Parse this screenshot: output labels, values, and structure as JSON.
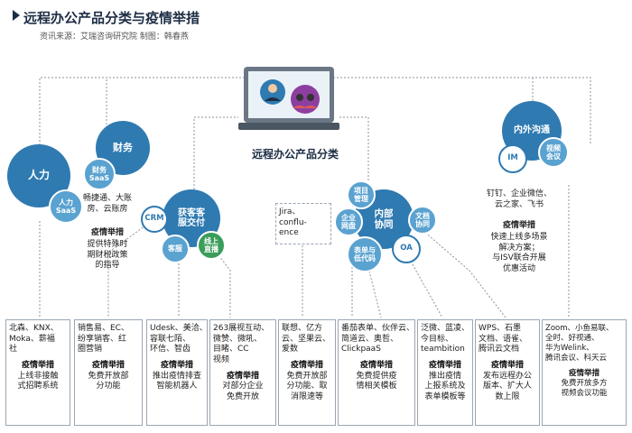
{
  "header": {
    "title": "远程办公产品分类与疫情举措",
    "source": "资讯来源：艾瑞咨询研究院    制图：韩春燕"
  },
  "center": {
    "label": "远程办公产品分类"
  },
  "categories": {
    "hr": {
      "name": "人力",
      "sub": "人力\nSaaS"
    },
    "finance": {
      "name": "财务",
      "sub": "财务\nSaaS",
      "products": "畅捷通、大账\n房、云账房",
      "measure_label": "疫情举措",
      "measure": "提供特殊时\n期财税政策\n的指导"
    },
    "customer": {
      "name": "获客客\n服交付",
      "crm": "CRM",
      "service": "客服",
      "live": "线上\n直播"
    },
    "collab": {
      "name": "内部\n协同",
      "pm": "项目\n管理",
      "netdisk": "企业\n网盘",
      "doc": "文档\n协同",
      "form": "表单与\n低代码",
      "oa": "OA"
    },
    "external": {
      "name": "内外沟通",
      "im": "IM",
      "video": "视频\n会议",
      "products": "钉钉、企业微信、\n云之家、飞书",
      "measure_label": "疫情举措",
      "measure": "快速上线多场景\n解决方案；\n与ISV联合开展\n优惠活动"
    },
    "jira": {
      "products": "Jira、\nconflu-\nence"
    }
  },
  "boxes": [
    {
      "products": "北森、KNX、\nMoka、薪福\n社",
      "measure_label": "疫情举措",
      "measure": "上线非接触\n式招聘系统"
    },
    {
      "products": "销售易、EC、\n纷享销客、红\n圈营销",
      "measure_label": "疫情举措",
      "measure": "免费开放部\n分功能"
    },
    {
      "products": "Udesk、美洽、\n容联七陌、\n环信、智齿",
      "measure_label": "疫情举措",
      "measure": "推出疫情排查\n智能机器人"
    },
    {
      "products": "263展视互动、\n微赞、微吼、\n目睹、CC\n视频",
      "measure_label": "疫情举措",
      "measure": "对部分企业\n免费开放"
    },
    {
      "products": "联想、亿方\n云、坚果云、\n爱数",
      "measure_label": "疫情举措",
      "measure": "免费开放部\n分功能、取\n消限速等"
    },
    {
      "products": "番茄表单、伙伴云、\n简道云、奥哲、\nClickpaaS",
      "measure_label": "疫情举措",
      "measure": "免费提供疫\n情相关模板"
    },
    {
      "products": "泛微、蓝凌、\n今目标、\nteambition",
      "measure_label": "疫情举措",
      "measure": "推出疫情\n上报系统及\n表单模板等"
    },
    {
      "products": "WPS、石墨\n文档、语雀、\n腾讯云文档",
      "measure_label": "疫情举措",
      "measure": "发布远程办公\n版本、扩大人\n数上限"
    },
    {
      "products": "Zoom、小鱼易联、\n全时、好视通、\n华为Welink、\n腾讯会议、科天云",
      "measure_label": "疫情举措",
      "measure": "免费开放多方\n视频会议功能"
    }
  ],
  "colors": {
    "primary": "#2f7ab1",
    "light": "#5aa2d0",
    "green": "#3a9d5a",
    "navy": "#1d2d44",
    "dash": "#8a949e"
  }
}
